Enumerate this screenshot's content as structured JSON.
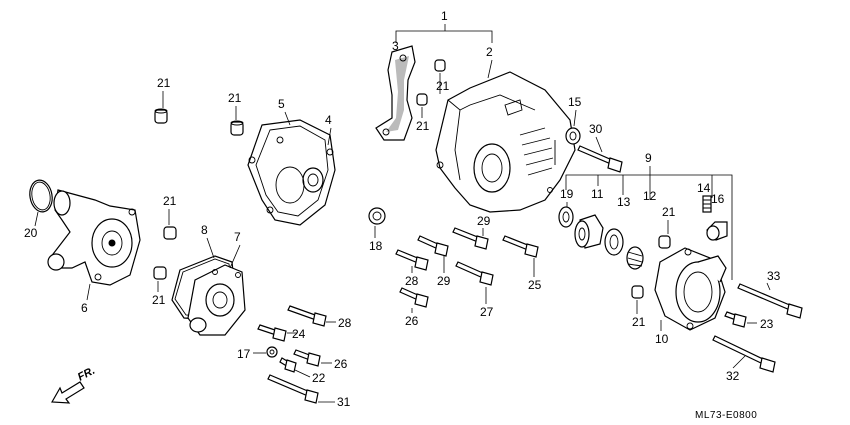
{
  "diagram_code": "ML73-E0800",
  "direction_label": "FR.",
  "callouts": [
    {
      "label": "1"
    },
    {
      "label": "2"
    },
    {
      "label": "3"
    },
    {
      "label": "21"
    },
    {
      "label": "21"
    },
    {
      "label": "21"
    },
    {
      "label": "5"
    },
    {
      "label": "4"
    },
    {
      "label": "21"
    },
    {
      "label": "15"
    },
    {
      "label": "30"
    },
    {
      "label": "9"
    },
    {
      "label": "19"
    },
    {
      "label": "11"
    },
    {
      "label": "13"
    },
    {
      "label": "12"
    },
    {
      "label": "14"
    },
    {
      "label": "16"
    },
    {
      "label": "21"
    },
    {
      "label": "20"
    },
    {
      "label": "6"
    },
    {
      "label": "21"
    },
    {
      "label": "21"
    },
    {
      "label": "8"
    },
    {
      "label": "7"
    },
    {
      "label": "18"
    },
    {
      "label": "29"
    },
    {
      "label": "28"
    },
    {
      "label": "29"
    },
    {
      "label": "25"
    },
    {
      "label": "27"
    },
    {
      "label": "26"
    },
    {
      "label": "28"
    },
    {
      "label": "24"
    },
    {
      "label": "17"
    },
    {
      "label": "26"
    },
    {
      "label": "22"
    },
    {
      "label": "31"
    },
    {
      "label": "21"
    },
    {
      "label": "10"
    },
    {
      "label": "33"
    },
    {
      "label": "23"
    },
    {
      "label": "32"
    }
  ]
}
